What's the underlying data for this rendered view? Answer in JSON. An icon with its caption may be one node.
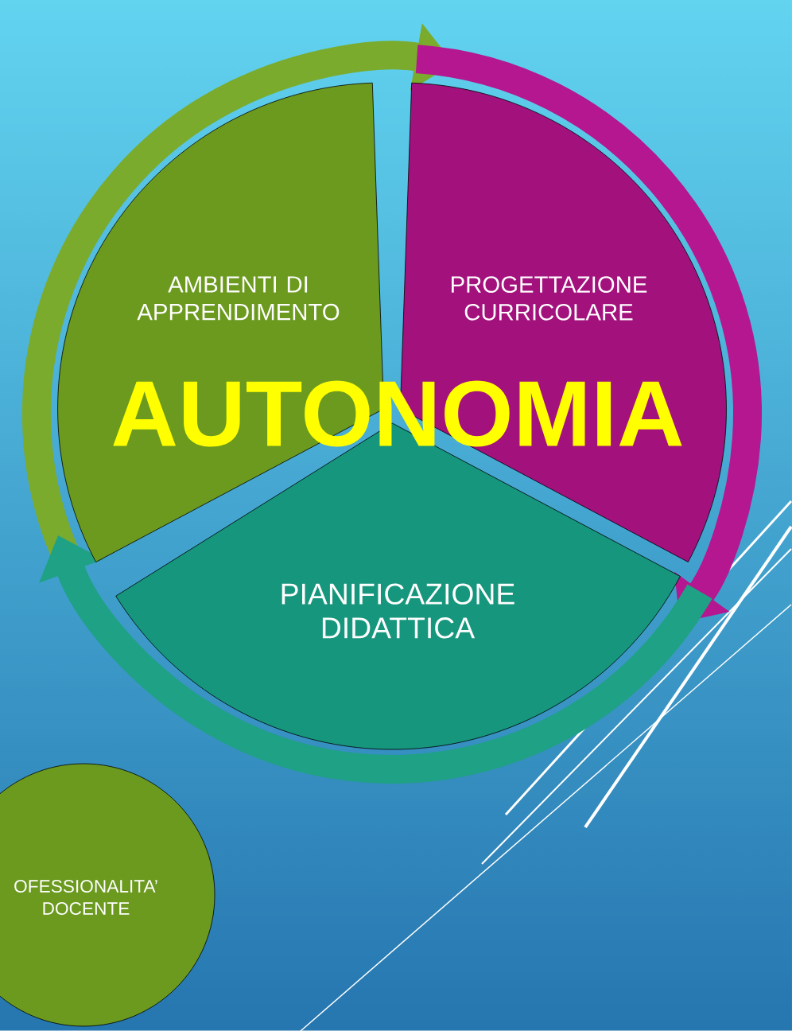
{
  "diagram": {
    "title": "AUTONOMIA",
    "nodes": [
      {
        "text": [
          "AMBIENTI DI APPRENDIMENTO"
        ]
      },
      {
        "text": [
          "PROGETTAZIONE CURRICOLARE"
        ]
      },
      {
        "text": [
          "PIANIFICAZIONE DIDATTICA"
        ]
      },
      {
        "text": [
          "OFESSIONALITA’ DOCENTE"
        ]
      }
    ],
    "edges": [
      {
        "from": 0,
        "to": 1,
        "arrow": "to",
        "color": "#7aab2c"
      },
      {
        "from": 1,
        "to": 2,
        "arrow": "to",
        "color": "#b4178f"
      },
      {
        "from": 2,
        "to": 0,
        "arrow": "to",
        "color": "#1fa186"
      }
    ]
  }
}
